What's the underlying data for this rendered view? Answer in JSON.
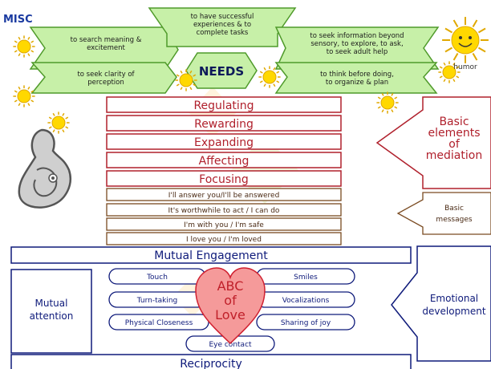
{
  "corner_label": "MISC",
  "humor_label": "humor",
  "needs": {
    "center": "NEEDS",
    "items": [
      "to search meaning &\nexcitement",
      "to have successful\nexperiences & to\ncomplete tasks",
      "to seek information beyond\nsensory, to explore, to ask,\nto seek adult help",
      "to seek clarity of\nperception",
      "to think before doing,\nto organize & plan"
    ]
  },
  "mediation_elements": [
    "Regulating",
    "Rewarding",
    "Expanding",
    "Affecting",
    "Focusing"
  ],
  "basic_messages": [
    "I'll answer you/I'll be answered",
    "It's worthwhile to act / I can do",
    "I'm with you / I'm safe",
    "I love you / I'm loved"
  ],
  "side_labels": {
    "basic_elements": "Basic\nelements\nof\nmediation",
    "basic_messages": "Basic\nmessages",
    "emotional_development": "Emotional\ndevelopment",
    "mutual_attention": "Mutual\nattention"
  },
  "bands": {
    "mutual_engagement": "Mutual Engagement",
    "reciprocity": "Reciprocity"
  },
  "abc_of_love": "ABC\nof\nLove",
  "love_items": {
    "left": [
      "Touch",
      "Turn-taking",
      "Physical Closeness"
    ],
    "right": [
      "Smiles",
      "Vocalizations",
      "Sharing of joy"
    ],
    "bottom": "Eye contact"
  },
  "colors": {
    "needs_fill": "#c7f0a8",
    "needs_stroke": "#4f9a2a",
    "mediation_red": "#b0202c",
    "message_brown": "#7a4a20",
    "engagement_blue": "#0e1a7a",
    "heart_fill": "#f59a9a",
    "sun": "#ffd800"
  }
}
